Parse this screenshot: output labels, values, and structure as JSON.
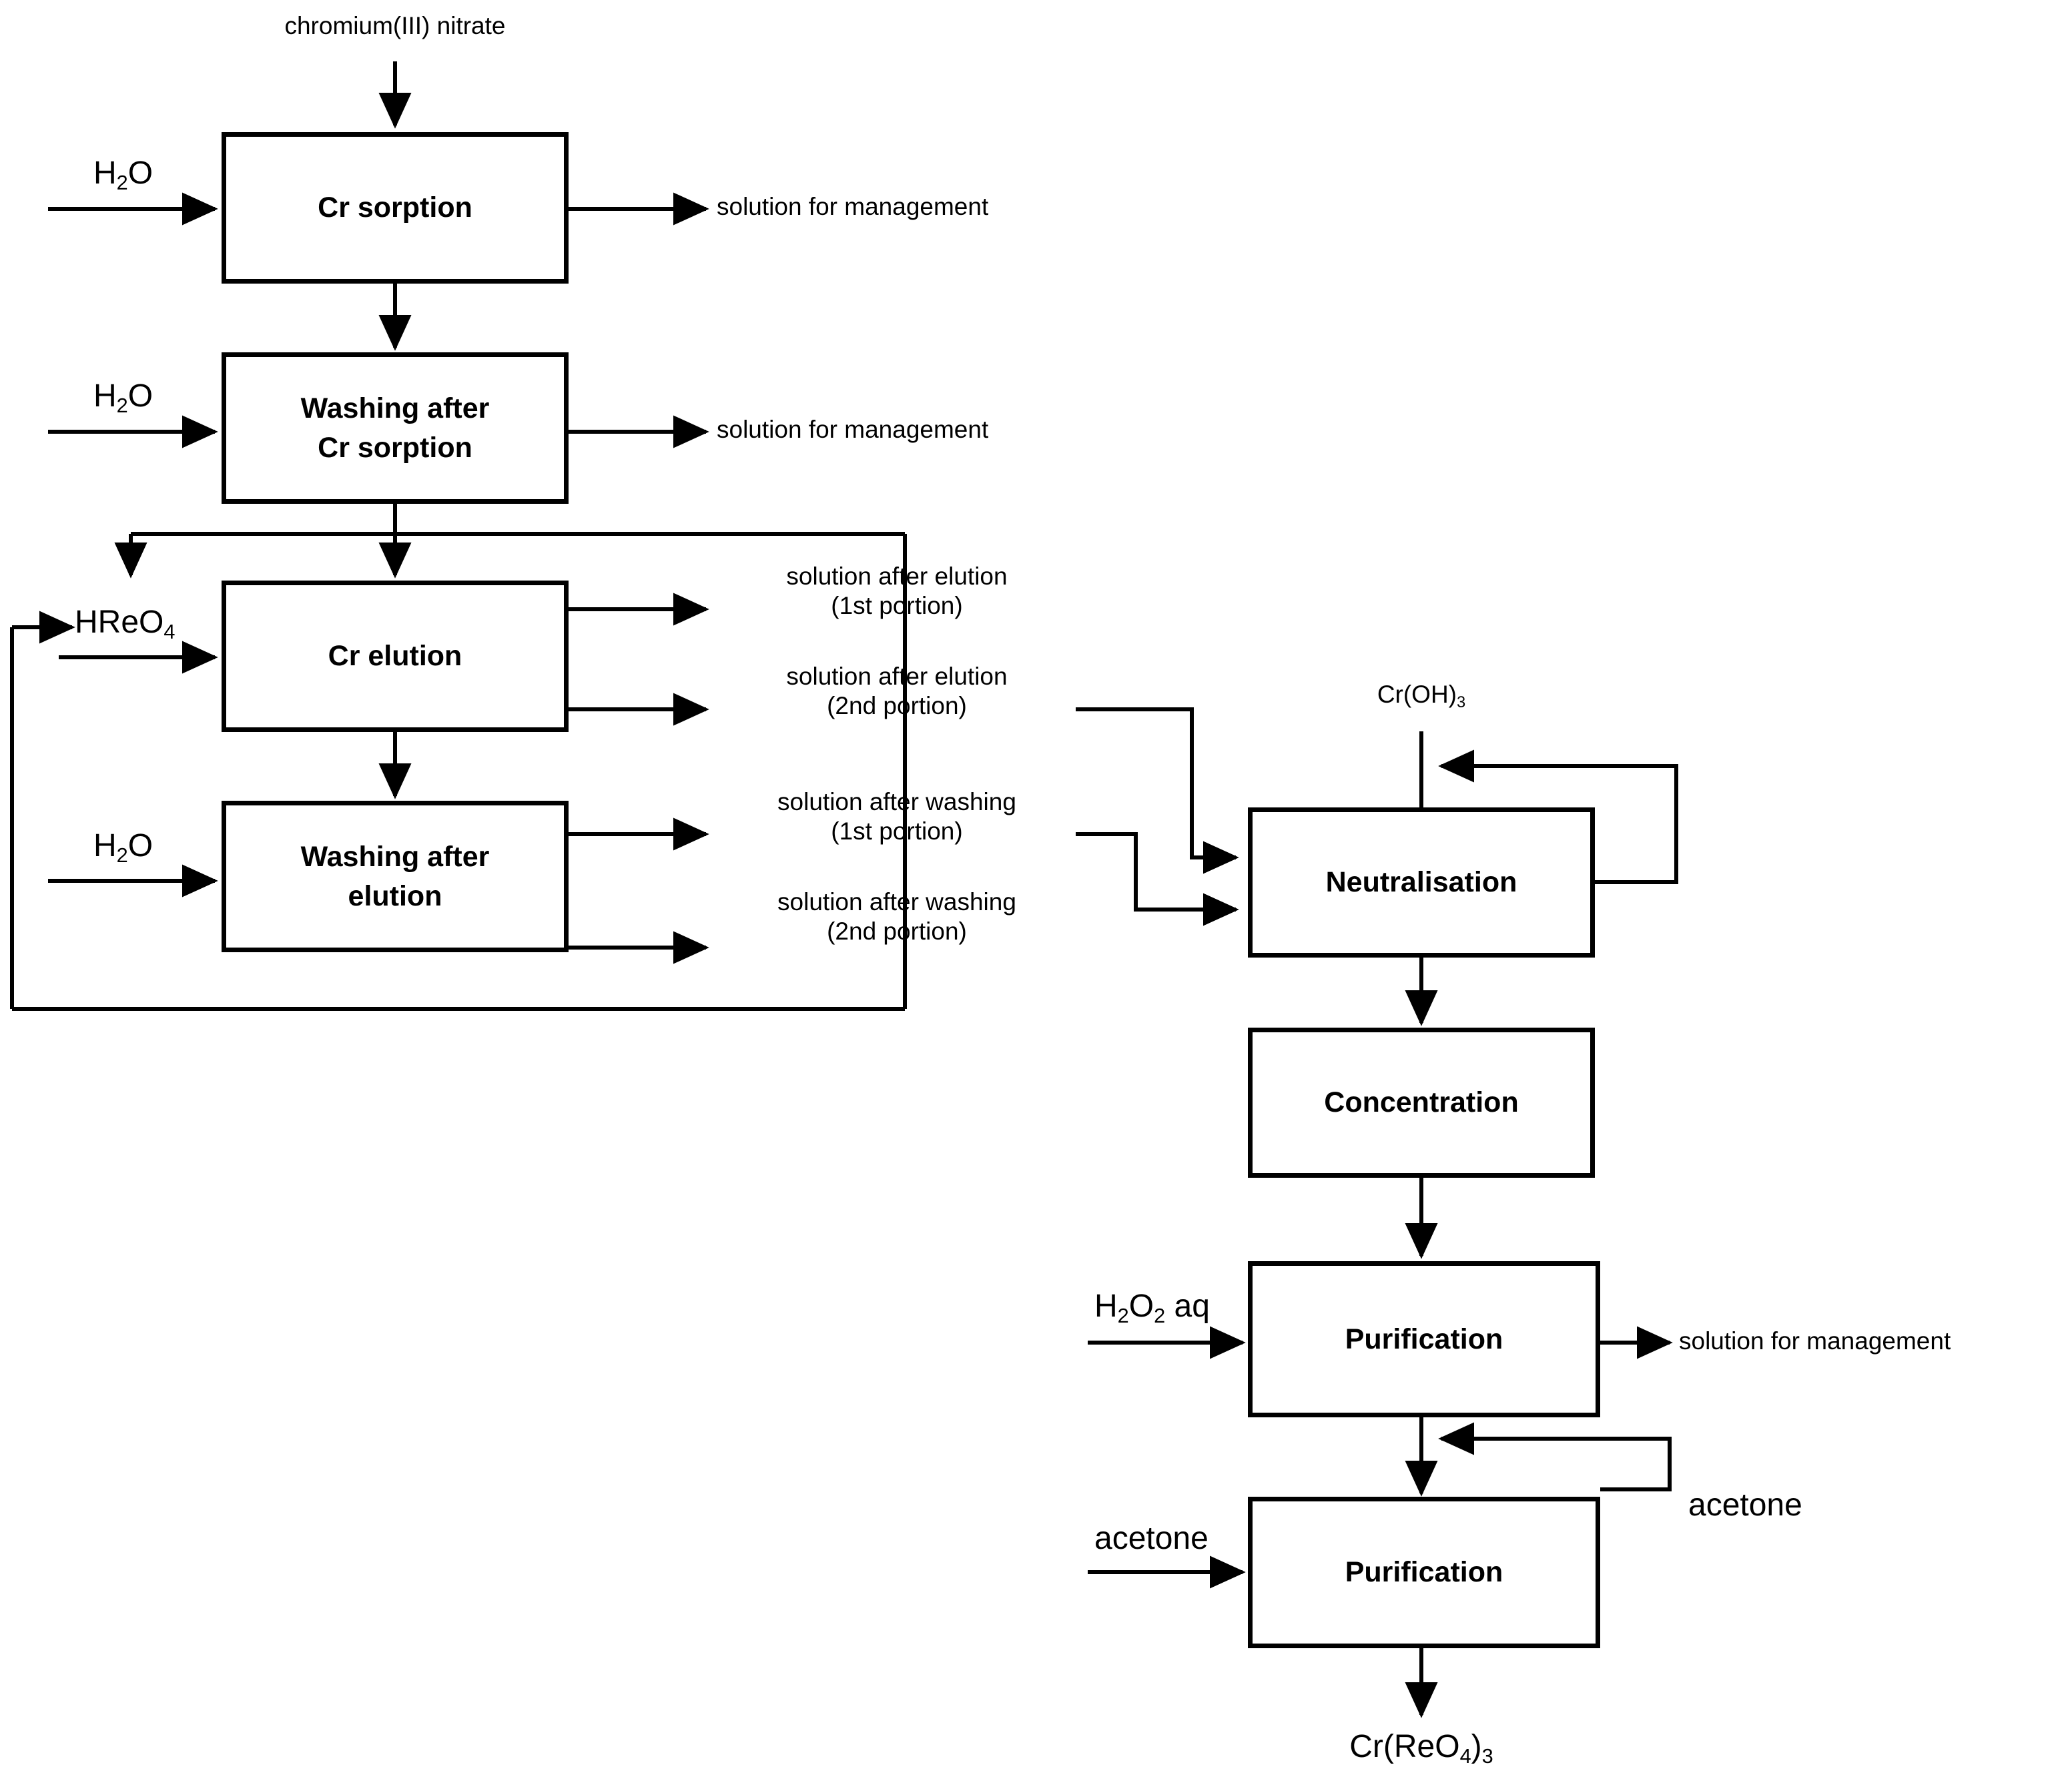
{
  "diagram": {
    "title": "Chromium(III) perrhenate production flowsheet",
    "line_color": "#000000",
    "box_fill": "#ffffff",
    "background": "#ffffff"
  },
  "process_boxes": [
    {
      "id": "cr-sorption",
      "label": "Cr sorption"
    },
    {
      "id": "washing-after-cr-sorption",
      "label_line1": "Washing after",
      "label_line2": "Cr sorption"
    },
    {
      "id": "cr-elution",
      "label": "Cr elution"
    },
    {
      "id": "washing-after-elution",
      "label_line1": "Washing after",
      "label_line2": "elution"
    },
    {
      "id": "neutralisation",
      "label": "Neutralisation"
    },
    {
      "id": "concentration",
      "label": "Concentration"
    },
    {
      "id": "purification-h2o2",
      "label": "Purification"
    },
    {
      "id": "purification-acetone",
      "label": "Purification"
    }
  ],
  "feed_labels": {
    "chromium_nitrate": "chromium(III) nitrate",
    "water_sorption": "H₂O",
    "water_washing_sorption": "H₂O",
    "hreo4": "HReO₄",
    "water_washing_elution": "H₂O",
    "chromium_hydroxide": "Cr(OH)₃",
    "hydrogen_peroxide": "H₂O₂ aq",
    "acetone_feed": "acetone",
    "acetone_recycle": "acetone"
  },
  "stream_labels": {
    "sorption_waste": "solution for management",
    "washing_sorption_waste": "solution for management",
    "elution_1_line1": "solution after elution",
    "elution_1_line2": "(1st portion)",
    "elution_2_line1": "solution after elution",
    "elution_2_line2": "(2nd portion)",
    "washing_1_line1": "solution after washing",
    "washing_1_line2": "(1st portion)",
    "washing_2_line1": "solution after washing",
    "washing_2_line2": "(2nd portion)",
    "purification_waste": "solution for management"
  },
  "product_label": {
    "final_product": "Cr(ReO₄)₃"
  },
  "subscripts": {
    "h2o": {
      "base_a": "H",
      "sub_a": "2",
      "base_b": "O"
    },
    "hreo4": {
      "base": "HReO",
      "sub": "4"
    },
    "croh3": {
      "base": "Cr(OH)",
      "sub": "3"
    },
    "h2o2aq": {
      "b1": "H",
      "s1": "2",
      "b2": "O",
      "s2": "2",
      "tail": " aq"
    },
    "product": {
      "b1": "Cr(ReO",
      "s1": "4",
      "b2": ")",
      "s2": "3"
    }
  }
}
